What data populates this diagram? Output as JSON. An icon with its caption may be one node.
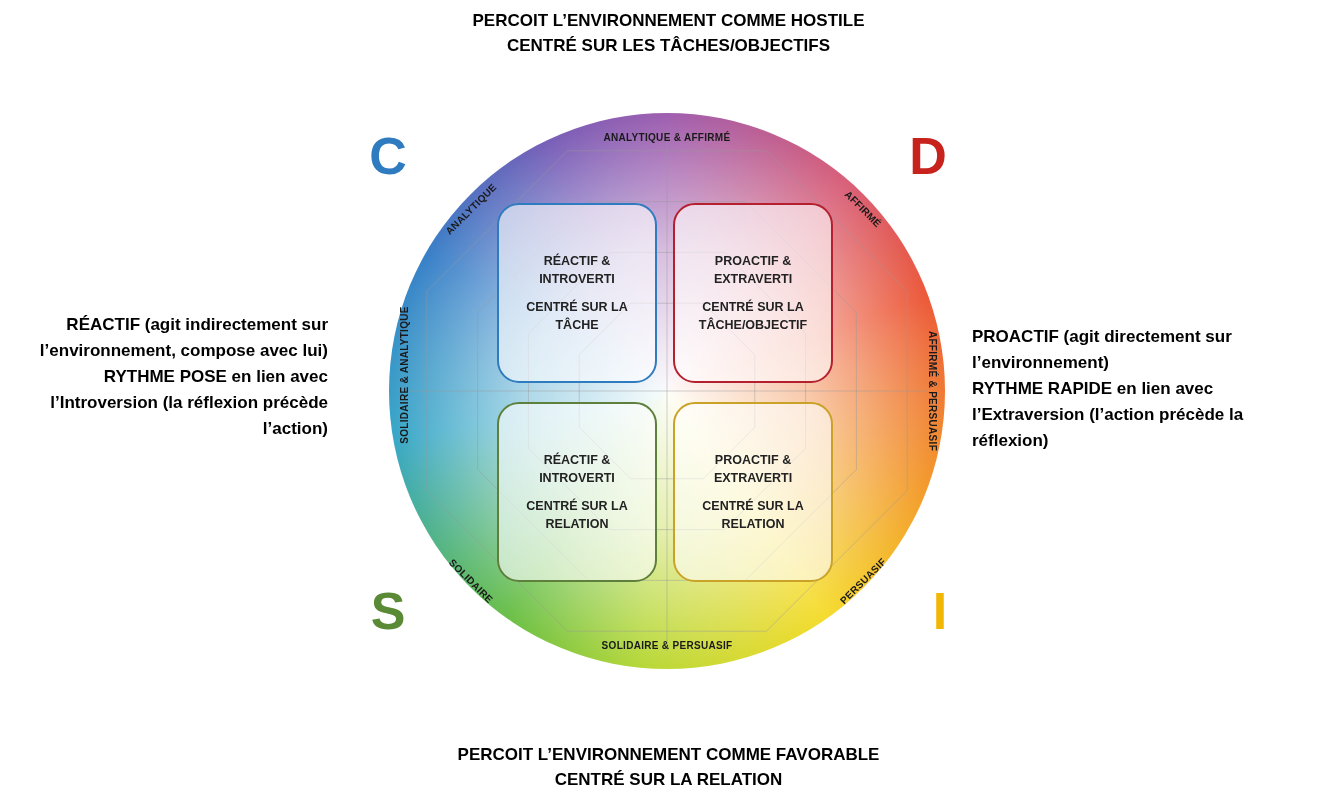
{
  "diagram": {
    "nodes": [
      {
        "text": [
          "ANALYTIQUE & AFFIRMÉ",
          "ANALYTIQUE",
          "AFFIRMÉ",
          "SOLIDAIRE & ANALYTIQUE",
          "AFFIRMÉ & PERSUASIF",
          "SOLIDAIRE",
          "PERSUASIF",
          "SOLIDAIRE & PERSUASIF"
        ]
      },
      {
        "text": [
          "RÉACTIF & INTROVERTI",
          "CENTRÉ SUR LA TÂCHE"
        ],
        "in": 0
      },
      {
        "text": [
          "PROACTIF & EXTRAVERTI",
          "CENTRÉ SUR LA TÂCHE/OBJECTIF"
        ],
        "in": 0
      },
      {
        "text": [
          "RÉACTIF & INTROVERTI",
          "CENTRÉ SUR LA RELATION"
        ],
        "in": 0
      },
      {
        "text": [
          "PROACTIF & EXTRAVERTI",
          "CENTRÉ SUR LA RELATION"
        ],
        "in": 0
      }
    ],
    "labels": [
      "PERCOIT L’ENVIRONNEMENT COMME HOSTILE",
      "CENTRÉ SUR LES TÂCHES/OBJECTIFS",
      "C",
      "D",
      "RÉACTIF (agit indirectement sur l’environnement, compose avec lui)",
      "RYTHME POSE en lien avec l’Introversion (la réflexion précède l’action)",
      "PROACTIF (agit directement sur l’environnement)",
      "RYTHME RAPIDE en lien avec l’Extraversion (l’action précède la réflexion)",
      "S",
      "I",
      "PERCOIT L’ENVIRONNEMENT COMME FAVORABLE",
      "CENTRÉ SUR LA RELATION"
    ]
  }
}
